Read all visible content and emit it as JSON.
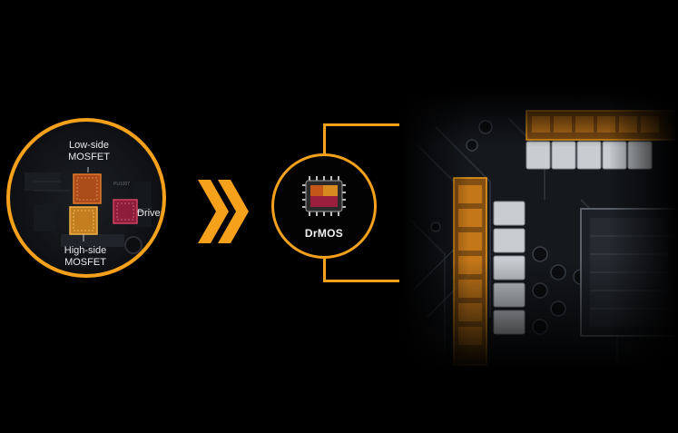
{
  "labels": {
    "low_side": "Low-side\nMOSFET",
    "driver": "Driver",
    "high_side": "High-side\nMOSFET",
    "drmos": "DrMOS"
  },
  "colors": {
    "accent": "#f5a11c",
    "low_side_box": "#c4561a",
    "high_side_box": "#d68a1f",
    "driver_box": "#9a1e3e",
    "background": "#000000"
  },
  "icons": [
    "chevron-right-icon",
    "chip-icon"
  ]
}
